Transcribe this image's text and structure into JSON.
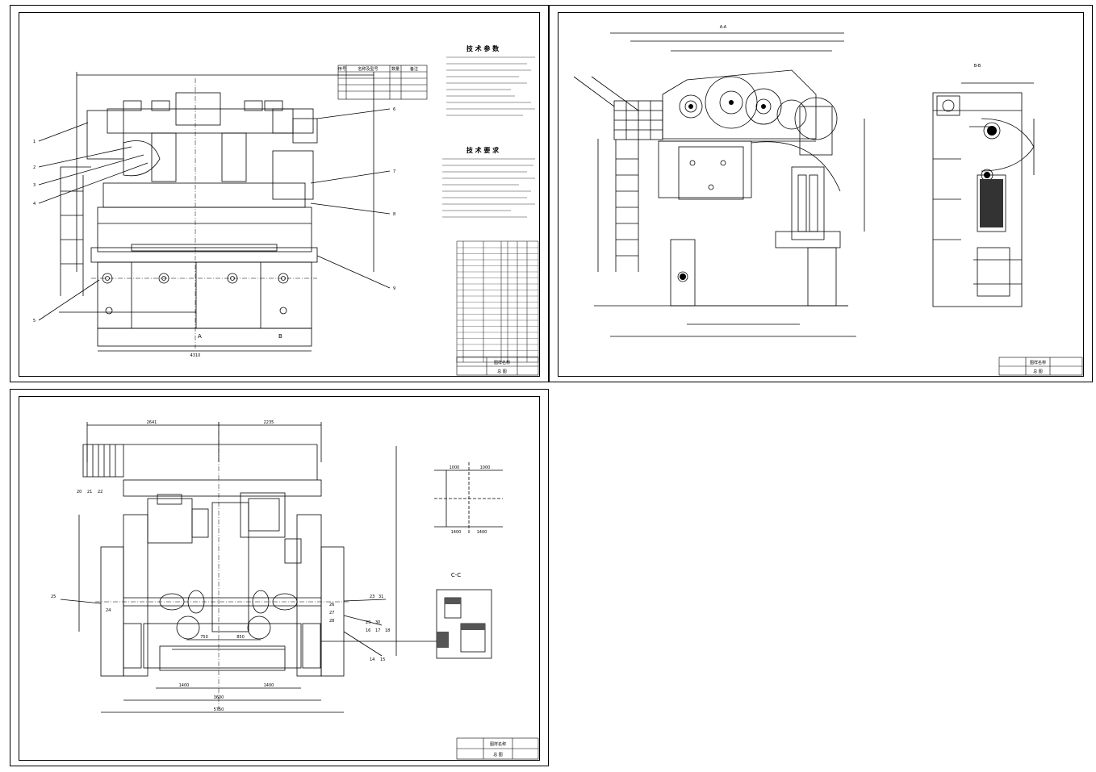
{
  "sheets": {
    "front": {
      "tech_spec_title": "技 术 参 数",
      "tech_req_title": "技 术 要 求",
      "parts_header": {
        "no": "序号",
        "name": "名称及型号",
        "qty": "数量",
        "note": "备注"
      },
      "callouts": [
        "1",
        "2",
        "3",
        "4",
        "5",
        "6",
        "7",
        "8",
        "9"
      ],
      "section_mark": "A",
      "section_mark_2": "B",
      "dim_overall_width": "4310",
      "title_block_name": "图样名称",
      "sheet_label": "总 图"
    },
    "side": {
      "section_title": "A-A",
      "section_title_2": "B-B",
      "title_block_name": "图样名称",
      "sheet_label": "总 图"
    },
    "plan": {
      "dim_top_left": "2641",
      "dim_top_right": "2235",
      "dim_span_1": "750",
      "dim_span_2": "850",
      "dim_bottom_1": "1400",
      "dim_bottom_2": "1400",
      "dim_bottom_total": "3600",
      "dim_base": "5750",
      "detail_title": "C-C",
      "detail_dim_1": "1000",
      "detail_dim_2": "1000",
      "detail_dim_3": "1400",
      "detail_dim_4": "1400",
      "callouts": [
        "20",
        "21",
        "22",
        "23",
        "24",
        "25",
        "26",
        "27",
        "28",
        "29",
        "30",
        "31",
        "14",
        "15",
        "16",
        "17",
        "18"
      ],
      "title_block_name": "图样名称",
      "sheet_label": "总 图"
    }
  },
  "colors": {
    "line": "#000000",
    "background": "#ffffff",
    "hatch": "#555555"
  }
}
